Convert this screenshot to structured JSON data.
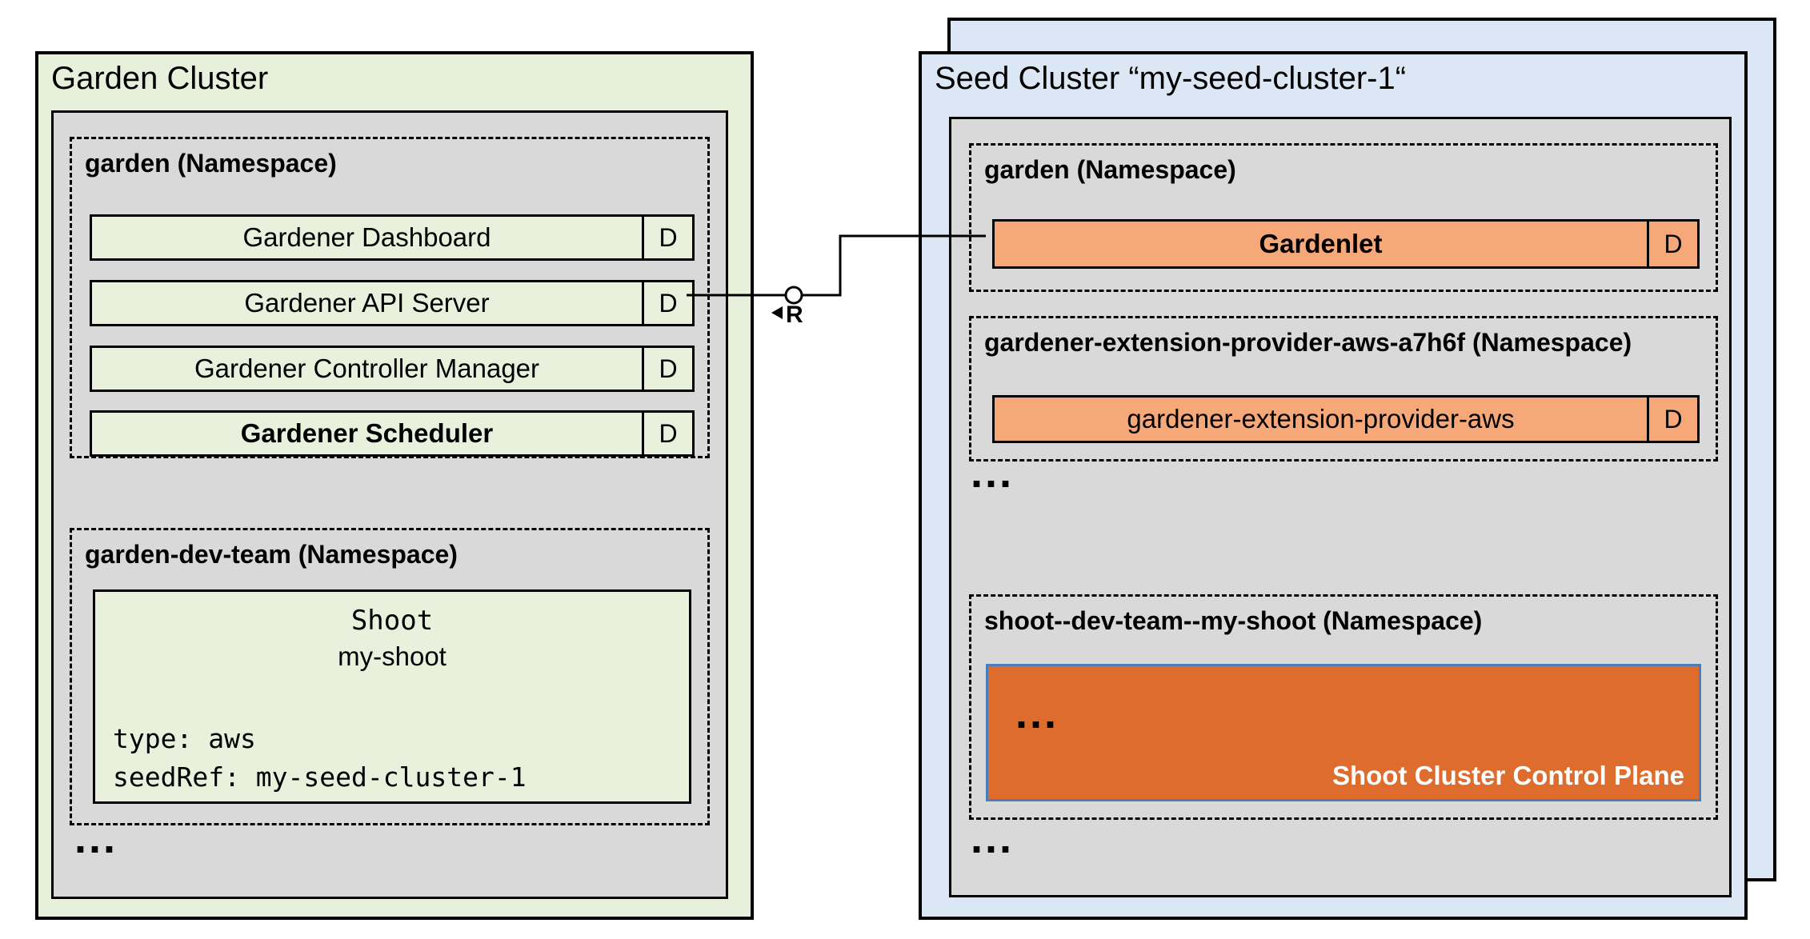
{
  "colors": {
    "garden_bg": "#e7f0db",
    "seed_bg": "#dbe7f4",
    "gray_bg": "#d9d9d9",
    "component_green": "#e9f1dd",
    "component_orange": "#f6a878",
    "control_plane_orange": "#de6c2d",
    "control_plane_border": "#4a7ebb"
  },
  "garden_cluster": {
    "title": "Garden Cluster",
    "garden_namespace": {
      "label": "garden (Namespace)",
      "components": [
        {
          "label": "Gardener Dashboard",
          "badge": "D"
        },
        {
          "label": "Gardener API Server",
          "badge": "D"
        },
        {
          "label": "Gardener Controller Manager",
          "badge": "D"
        },
        {
          "label": "Gardener Scheduler",
          "badge": "D"
        }
      ]
    },
    "dev_namespace": {
      "label": "garden-dev-team (Namespace)",
      "shoot": {
        "kind": "Shoot",
        "name": "my-shoot",
        "spec": [
          "type: aws",
          "seedRef: my-seed-cluster-1"
        ]
      }
    },
    "ellipsis": "..."
  },
  "seed_cluster": {
    "title": "Seed Cluster “my-seed-cluster-1“",
    "garden_namespace": {
      "label": "garden (Namespace)",
      "component": {
        "label": "Gardenlet",
        "badge": "D"
      }
    },
    "extension_namespace": {
      "label": "gardener-extension-provider-aws-a7h6f (Namespace)",
      "component": {
        "label": "gardener-extension-provider-aws",
        "badge": "D"
      }
    },
    "ellipsis_mid": "...",
    "shoot_namespace": {
      "label": "shoot--dev-team--my-shoot (Namespace)",
      "control_plane": {
        "ellipsis": "...",
        "label": "Shoot Cluster Control Plane"
      }
    },
    "ellipsis_bottom": "..."
  },
  "connector": {
    "label": "R"
  }
}
